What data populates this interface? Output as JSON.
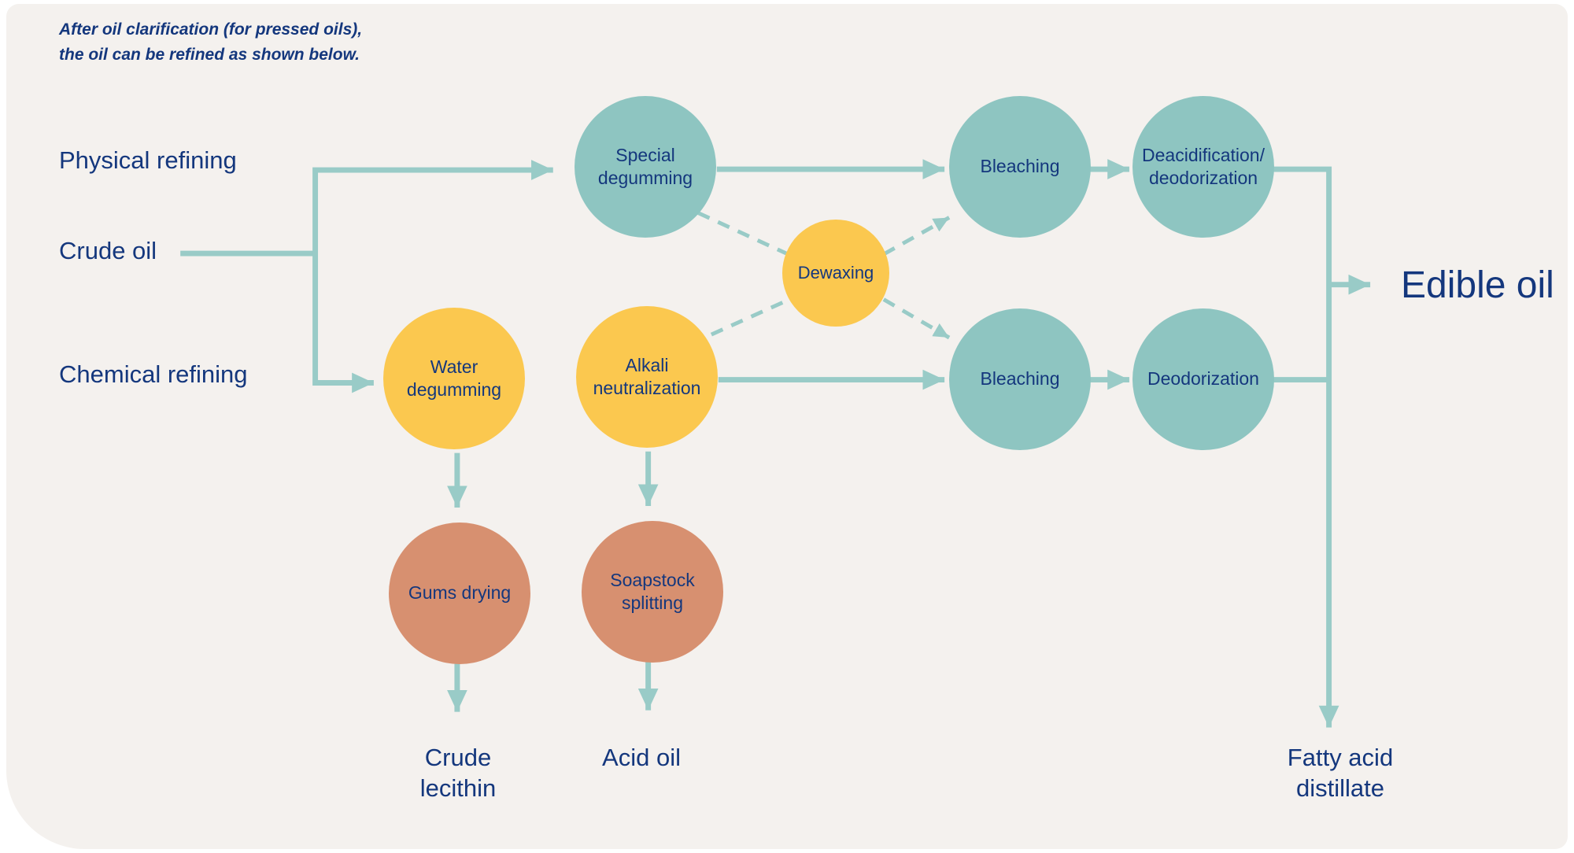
{
  "intro_note": "After oil clarification (for pressed oils),\nthe oil can be refined as shown below.",
  "labels": {
    "physical_refining": "Physical refining",
    "crude_oil": "Crude oil",
    "chemical_refining": "Chemical refining"
  },
  "nodes": {
    "special_degumming": {
      "label": "Special\ndegumming",
      "color": "teal"
    },
    "bleaching_top": {
      "label": "Bleaching",
      "color": "teal"
    },
    "deacidification_deodorization": {
      "label": "Deacidification/\ndeodorization",
      "color": "teal"
    },
    "dewaxing": {
      "label": "Dewaxing",
      "color": "yellow"
    },
    "water_degumming": {
      "label": "Water\ndegumming",
      "color": "yellow"
    },
    "alkali_neutralization": {
      "label": "Alkali\nneutralization",
      "color": "yellow"
    },
    "bleaching_bottom": {
      "label": "Bleaching",
      "color": "teal"
    },
    "deodorization": {
      "label": "Deodorization",
      "color": "teal"
    },
    "gums_drying": {
      "label": "Gums drying",
      "color": "salmon"
    },
    "soapstock_splitting": {
      "label": "Soapstock\nsplitting",
      "color": "salmon"
    }
  },
  "outputs": {
    "edible_oil": "Edible oil",
    "crude_lecithin": "Crude\nlecithin",
    "acid_oil": "Acid oil",
    "fatty_acid_distillate": "Fatty acid\ndistillate"
  },
  "colors": {
    "panel": "#f4f1ee",
    "page": "#ffffff",
    "teal": "#8ec5c1",
    "yellow": "#fbc84f",
    "salmon": "#d79070",
    "line": "#99cbc7",
    "navy": "#14377d"
  }
}
